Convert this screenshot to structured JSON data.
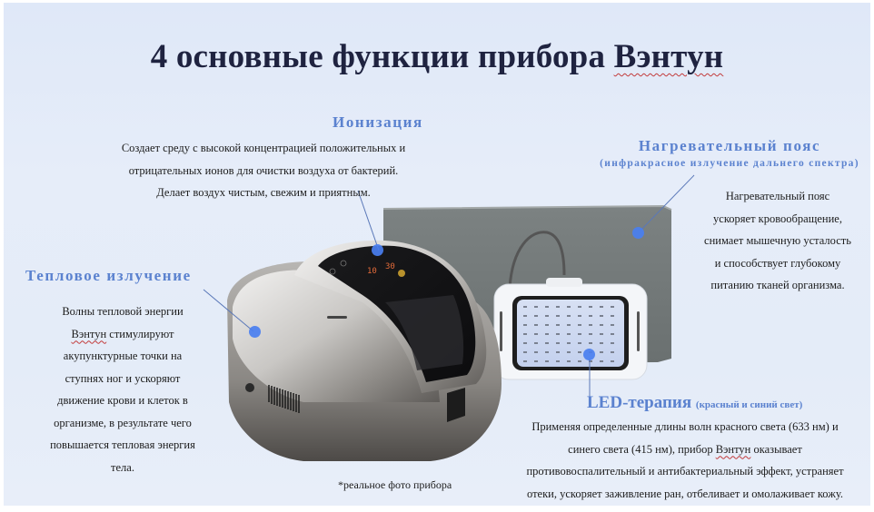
{
  "title": {
    "text_before": "4 основные функции прибора ",
    "brand": "Вэнтун"
  },
  "sections": {
    "ionization": {
      "heading": "Ионизация",
      "lines": [
        "Создает среду с высокой концентрацией положительных и",
        "отрицательных ионов для очистки воздуха от бактерий.",
        "Делает воздух чистым, свежим и приятным."
      ]
    },
    "heating_belt": {
      "heading": "Нагревательный пояс",
      "subheading": "(инфракрасное излучение дальнего спектра)",
      "lines": [
        "Нагревательный пояс",
        "ускоряет кровообращение,",
        "снимает мышечную усталость",
        "и способствует глубокому",
        "питанию тканей организма."
      ]
    },
    "thermal": {
      "heading": "Тепловое излучение",
      "lines": [
        "Волны тепловой энергии",
        "стимулируют",
        "акупунктурные точки на",
        "ступнях ног и ускоряют",
        "движение крови и клеток в",
        "организме, в результате чего",
        "повышается тепловая энергия",
        "тела."
      ],
      "brand": "Вэнтун"
    },
    "led": {
      "heading": "LED-терапия",
      "subheading": "(красный и синий свет)",
      "lines": [
        "Применяя определенные длины волн красного света (633 нм) и",
        "синего света (415 нм), прибор",
        "оказывает",
        "противовоспалительный и антибактериальный эффект, устраняет",
        "отеки, ускоряет заживление ран, отбеливает и омолаживает кожу."
      ],
      "brand": "Вэнтун"
    }
  },
  "device": {
    "display_left": "10",
    "display_right": "30"
  },
  "footnote": "*реальное фото прибора",
  "colors": {
    "heading": "#5b82cf",
    "title": "#1f2340",
    "marker": "#4a7ff0"
  }
}
